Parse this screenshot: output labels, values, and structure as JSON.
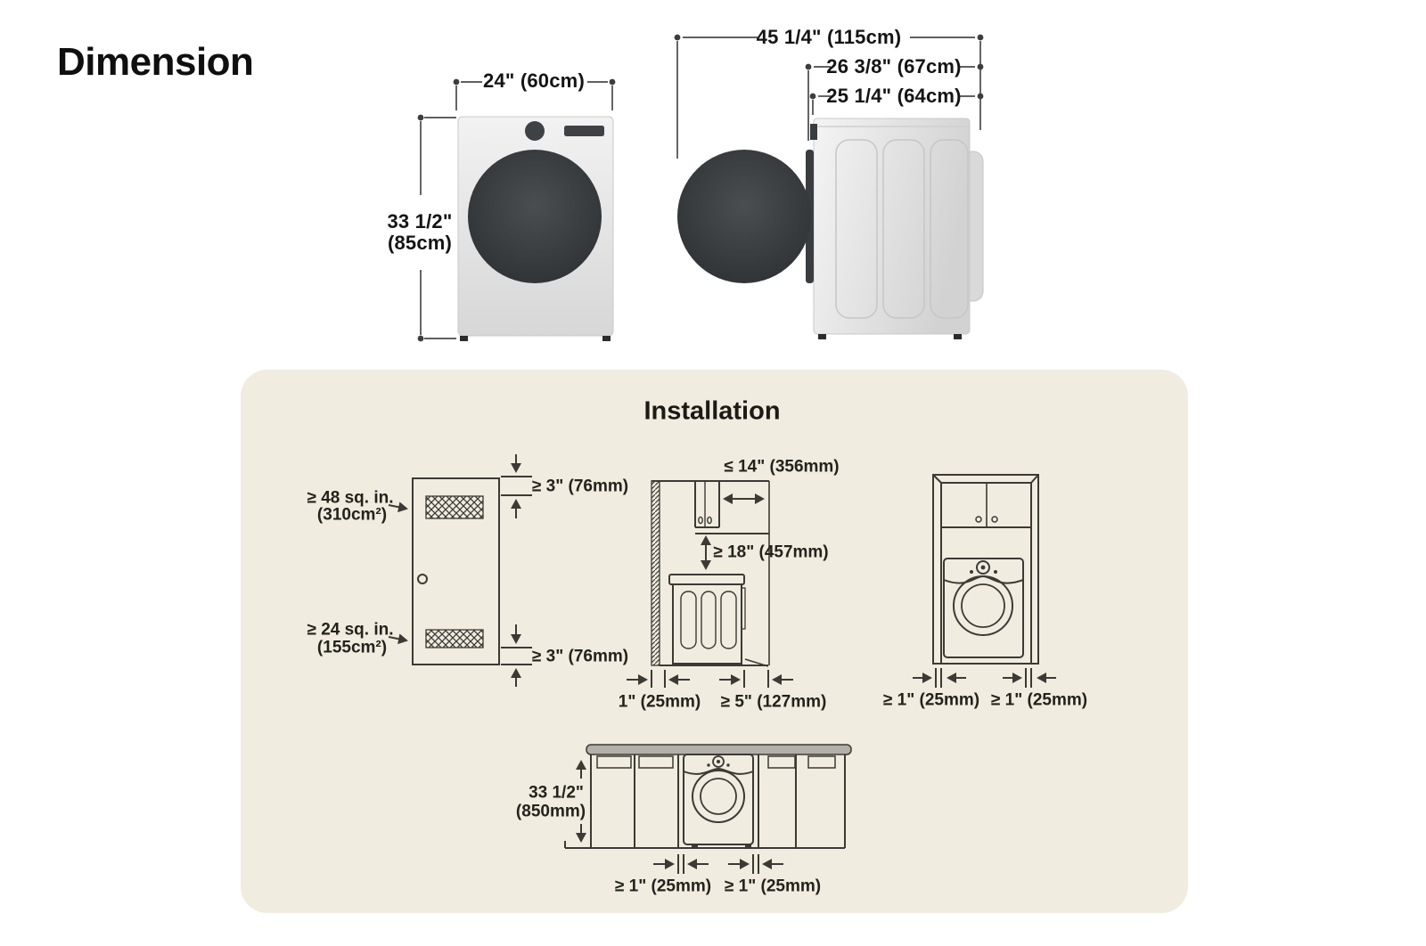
{
  "header": {
    "title": "Dimension"
  },
  "dimension_view": {
    "front": {
      "width": "24\" (60cm)",
      "height_in": "33 1/2\"",
      "height_cm": "(85cm)"
    },
    "side": {
      "total_depth": "45 1/4\" (115cm)",
      "depth_with_door": "26 3/8\" (67cm)",
      "body_depth": "25 1/4\" (64cm)"
    }
  },
  "installation": {
    "title": "Installation",
    "closet_door_vents": {
      "top_vent_area": "≥ 48 sq. in.",
      "top_vent_area_metric": "(310cm²)",
      "bottom_vent_area": "≥ 24 sq. in.",
      "bottom_vent_area_metric": "(155cm²)",
      "top_clearance": "≥ 3\" (76mm)",
      "bottom_clearance": "≥ 3\" (76mm)"
    },
    "side_clearances": {
      "cabinet_depth_max": "≤ 14\" (356mm)",
      "clearance_above": "≥ 18\" (457mm)",
      "rear_clearance": "1\" (25mm)",
      "front_clearance": "≥ 5\" (127mm)"
    },
    "closet_front": {
      "left_clearance": "≥ 1\" (25mm)",
      "right_clearance": "≥ 1\" (25mm)"
    },
    "under_counter": {
      "height_in": "33 1/2\"",
      "height_metric": "(850mm)",
      "left_clearance": "≥ 1\" (25mm)",
      "right_clearance": "≥ 1\" (25mm)"
    }
  },
  "colors": {
    "panel_background": "#f0ecdf",
    "diagram_line": "#3b3a35",
    "washer_door": "#33373a",
    "washer_body": "#e3e3e3",
    "counter_fill": "#b2b0a8"
  }
}
